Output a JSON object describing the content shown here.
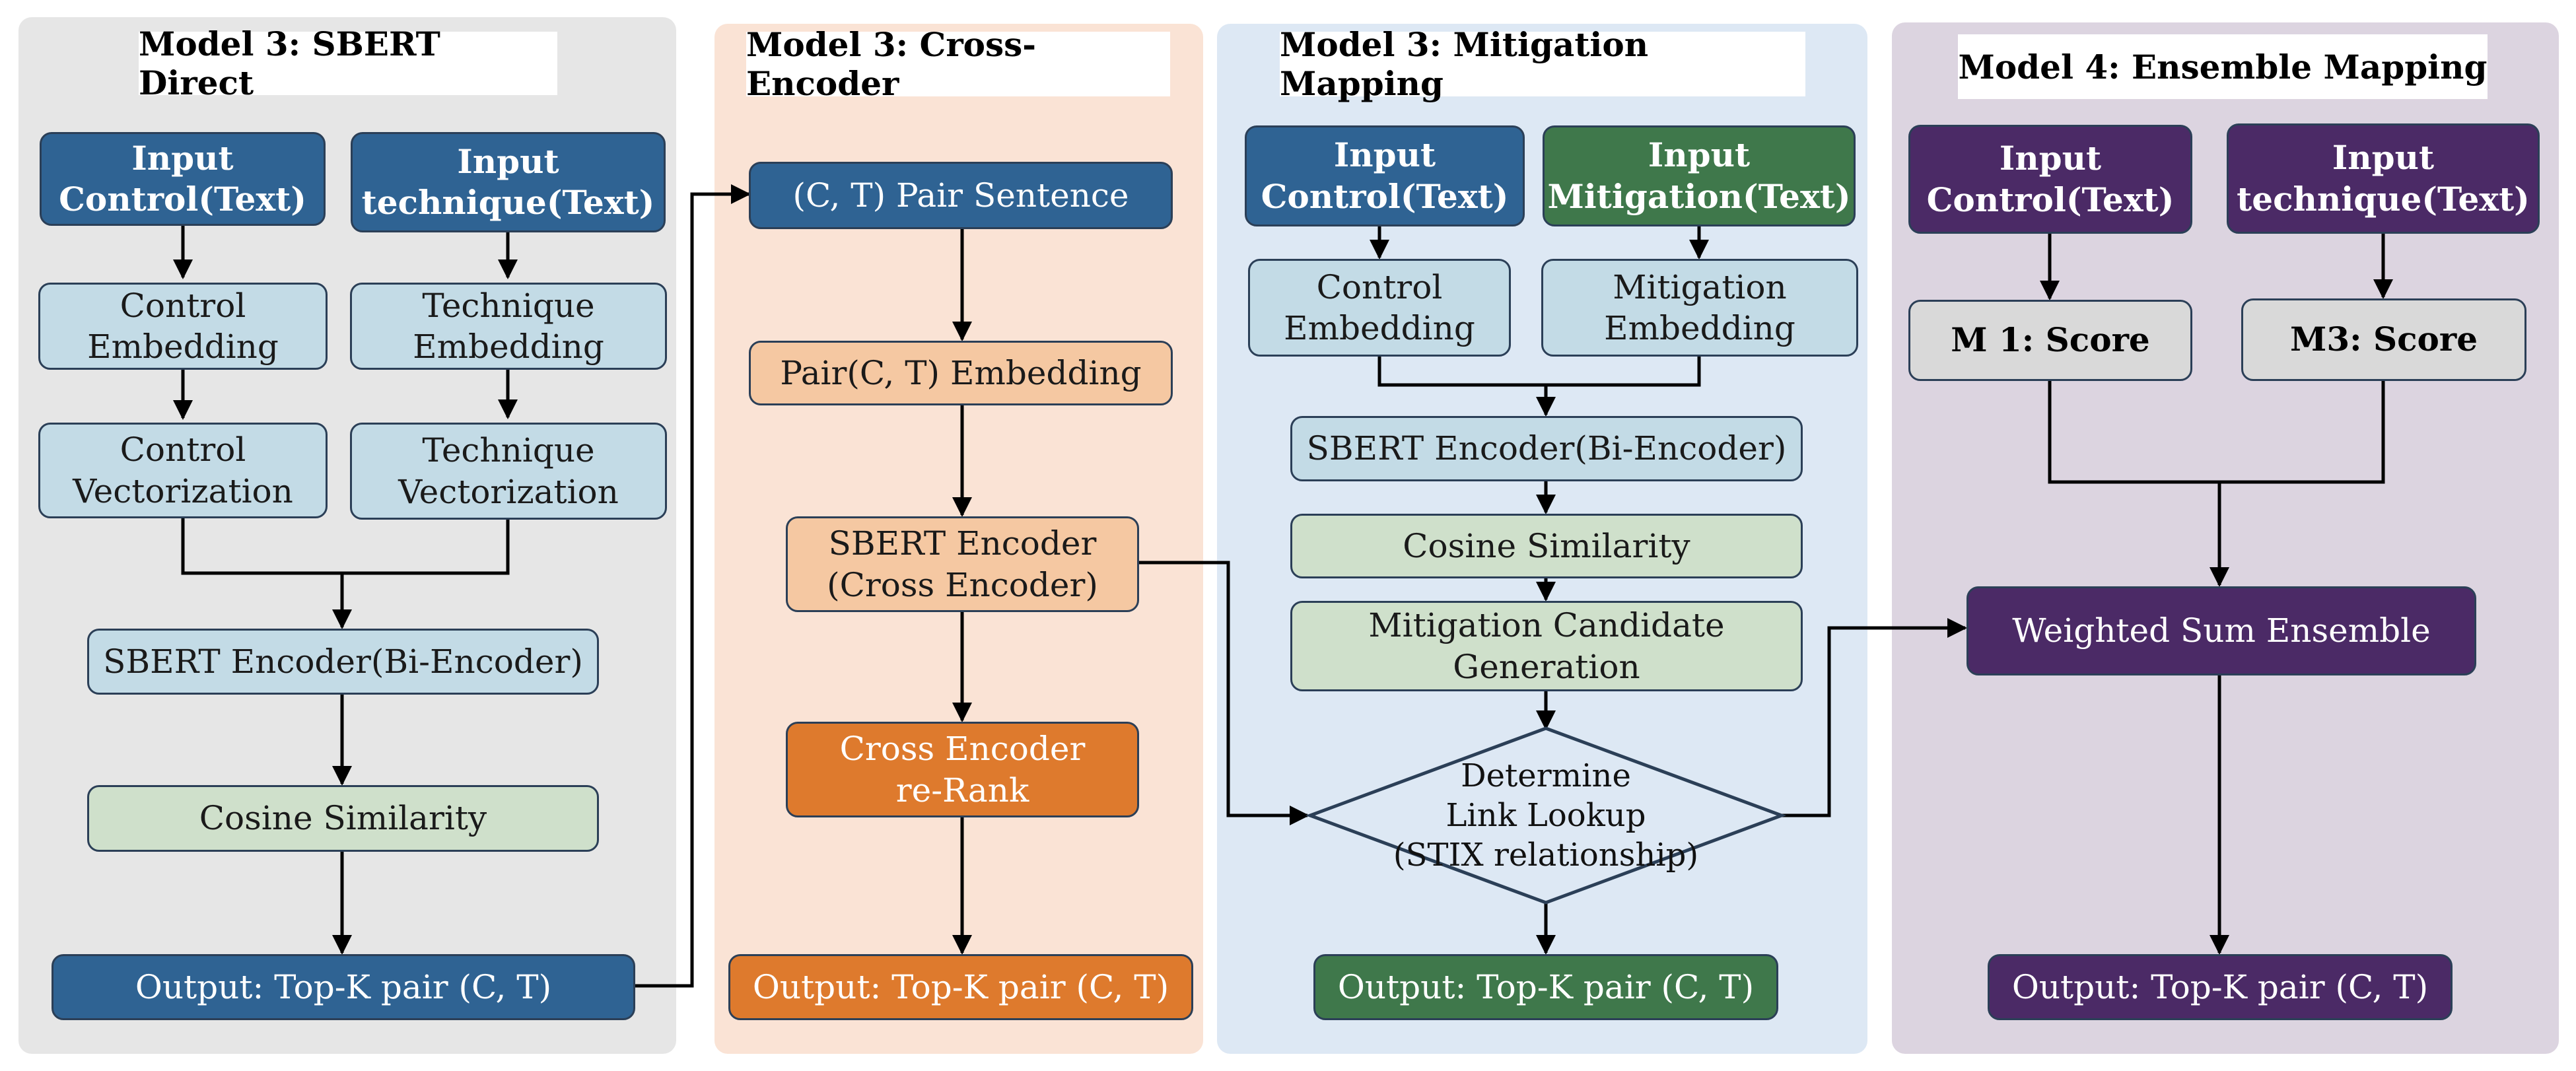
{
  "colors": {
    "panel1_bg": "#e6e6e6",
    "panel2_bg": "#fae3d5",
    "panel3_bg": "#dde8f4",
    "panel4_bg": "#dcd4e0",
    "dark_blue": "#2f6393",
    "light_blue": "#c3dbe6",
    "light_green": "#cfe0cb",
    "peach": "#f5c8a2",
    "orange": "#de7a2d",
    "dark_green": "#3f784b",
    "purple": "#4b2a66",
    "grey": "#d9d9d9",
    "line": "#000000"
  },
  "panels": {
    "sbert_direct": {
      "title": "Model 3: SBERT Direct",
      "input_control": "Input\nControl(Text)",
      "input_technique": "Input\ntechnique(Text)",
      "control_embedding": "Control\nEmbedding",
      "technique_embedding": "Technique\nEmbedding",
      "control_vectorization": "Control\nVectorization",
      "technique_vectorization": "Technique\nVectorization",
      "sbert_encoder": "SBERT Encoder(Bi-Encoder)",
      "cosine_similarity": "Cosine Similarity",
      "output": "Output: Top-K pair (C, T)"
    },
    "cross_encoder": {
      "title": "Model 3: Cross-Encoder",
      "pair_sentence": "(C, T) Pair Sentence",
      "pair_embedding": "Pair(C, T) Embedding",
      "sbert_cross_encoder": "SBERT Encoder\n(Cross Encoder)",
      "rerank": "Cross Encoder\nre-Rank",
      "output": "Output: Top-K pair (C, T)"
    },
    "mitigation_mapping": {
      "title": "Model 3: Mitigation Mapping",
      "input_control": "Input\nControl(Text)",
      "input_mitigation": "Input\nMitigation(Text)",
      "control_embedding": "Control\nEmbedding",
      "mitigation_embedding": "Mitigation\nEmbedding",
      "sbert_encoder": "SBERT Encoder(Bi-Encoder)",
      "cosine_similarity": "Cosine Similarity",
      "candidate_generation": "Mitigation Candidate\nGeneration",
      "link_lookup": "Determine\nLink Lookup\n(STIX relationship)",
      "output": "Output: Top-K pair (C, T)"
    },
    "ensemble_mapping": {
      "title": "Model 4: Ensemble Mapping",
      "input_control": "Input\nControl(Text)",
      "input_technique": "Input\ntechnique(Text)",
      "m1_score": "M 1: Score",
      "m3_score": "M3: Score",
      "weighted_sum": "Weighted Sum Ensemble",
      "output": "Output: Top-K pair (C, T)"
    }
  }
}
